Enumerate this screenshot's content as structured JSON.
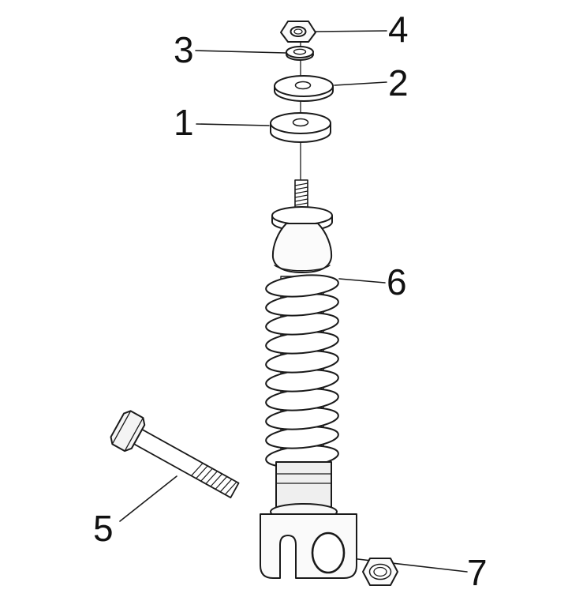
{
  "diagram": {
    "type": "exploded-parts-diagram",
    "subject": "rear shock absorber assembly",
    "background_color": "#ffffff",
    "line_color": "#1a1a1a",
    "callouts": {
      "c1": "1",
      "c2": "2",
      "c3": "3",
      "c4": "4",
      "c5": "5",
      "c6": "6",
      "c7": "7"
    },
    "parts": [
      {
        "number": "1",
        "icon": "bushing-washer-icon"
      },
      {
        "number": "2",
        "icon": "flat-washer-icon"
      },
      {
        "number": "3",
        "icon": "lock-washer-icon"
      },
      {
        "number": "4",
        "icon": "hex-nut-icon"
      },
      {
        "number": "5",
        "icon": "hex-bolt-icon"
      },
      {
        "number": "6",
        "icon": "coil-spring-shock-icon"
      },
      {
        "number": "7",
        "icon": "hex-nut-icon"
      }
    ]
  }
}
